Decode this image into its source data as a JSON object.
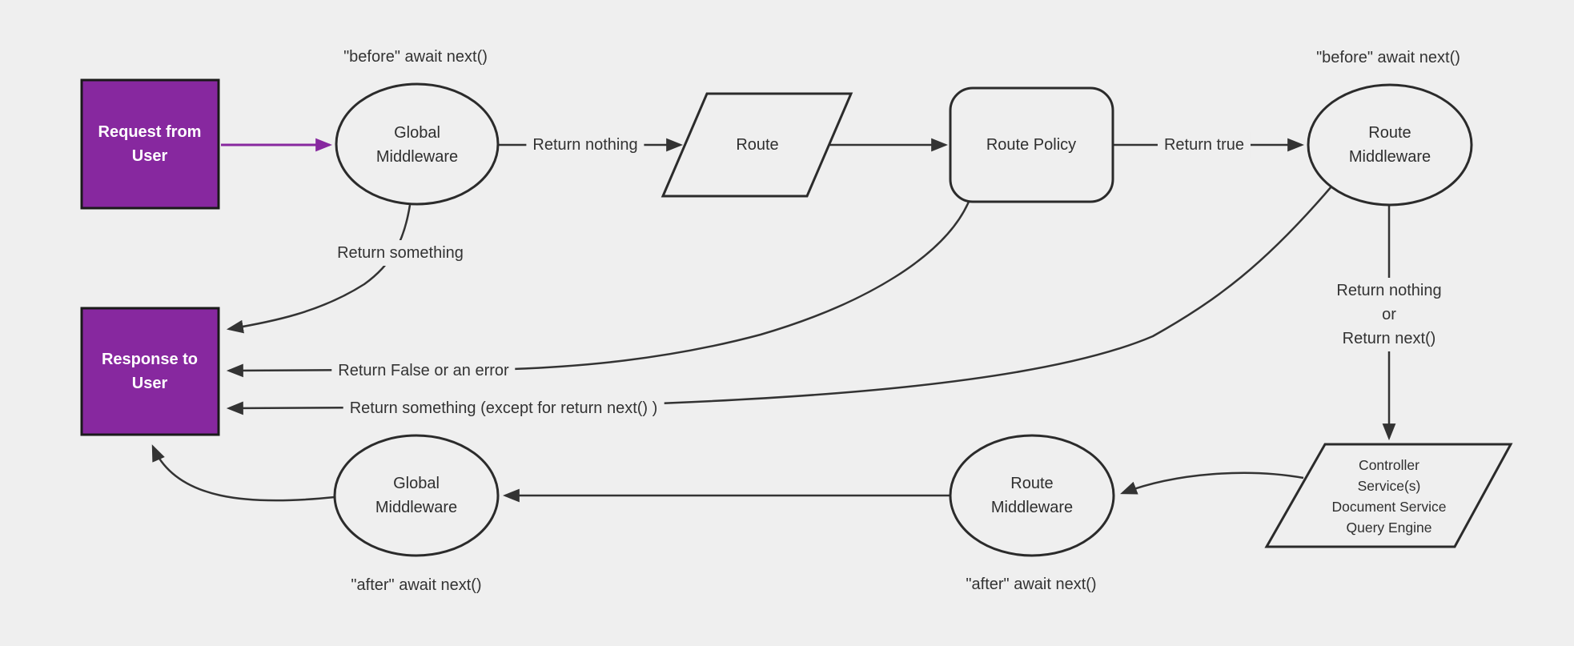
{
  "canvas": {
    "background": "#efefef",
    "edge_color": "#333333",
    "node_stroke": "#2b2b2b",
    "accent": "#87289f",
    "accent_border": "#1a1a1a"
  },
  "nodes": {
    "request": {
      "label": "Request from\nUser"
    },
    "global_middleware_top": {
      "label": "Global\nMiddleware"
    },
    "route": {
      "label": "Route"
    },
    "route_policy": {
      "label": "Route Policy"
    },
    "route_middleware_top": {
      "label": "Route\nMiddleware"
    },
    "controller": {
      "label": "Controller\nService(s)\nDocument Service\nQuery Engine"
    },
    "route_middleware_bottom": {
      "label": "Route\nMiddleware"
    },
    "global_middleware_bottom": {
      "label": "Global\nMiddleware"
    },
    "response": {
      "label": "Response to\nUser"
    }
  },
  "edge_labels": {
    "before_top_left": "\"before\" await next()",
    "before_top_right": "\"before\" await next()",
    "return_nothing": "Return nothing",
    "return_true": "Return true",
    "return_something": "Return something",
    "return_false_or_error": "Return False or an error",
    "return_something_except": "Return something (except for return next() )",
    "return_nothing_or_next": "Return nothing\nor\nReturn next()",
    "after_bottom_left": "\"after\" await next()",
    "after_bottom_right": "\"after\" await next()"
  }
}
